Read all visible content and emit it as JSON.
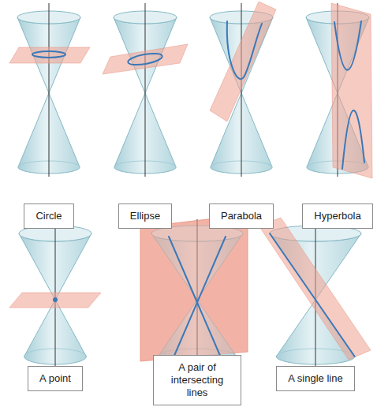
{
  "diagram": {
    "nodes": [
      {
        "text": [
          "Circle"
        ]
      },
      {
        "text": [
          "Ellipse"
        ]
      },
      {
        "text": [
          "Parabola"
        ]
      },
      {
        "text": [
          "Hyperbola"
        ]
      },
      {
        "text": [
          "A point"
        ]
      },
      {
        "text": [
          "A pair of intersecting lines"
        ]
      },
      {
        "text": [
          "A single line"
        ]
      }
    ]
  }
}
